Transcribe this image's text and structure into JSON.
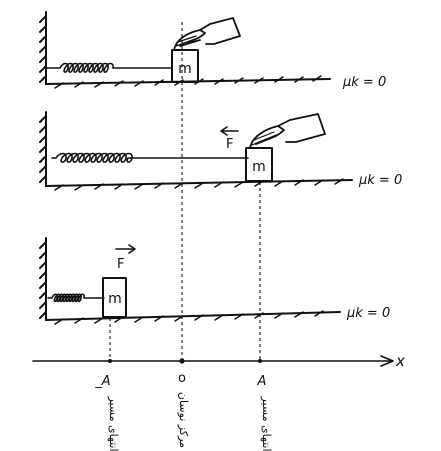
{
  "panels": [
    {
      "mass_label": "m",
      "friction_label": "μk = 0"
    },
    {
      "mass_label": "m",
      "force_label": "F",
      "friction_label": "μk = 0"
    },
    {
      "mass_label": "m",
      "force_label": "F",
      "friction_label": "μk = 0"
    }
  ],
  "axis": {
    "axis_label": "x",
    "ticks": [
      {
        "label": "_A",
        "caption": "انتهای مسیر"
      },
      {
        "label": "o",
        "caption": "مرکز نوسان"
      },
      {
        "label": "A",
        "caption": "انتهای مسیر"
      }
    ]
  }
}
